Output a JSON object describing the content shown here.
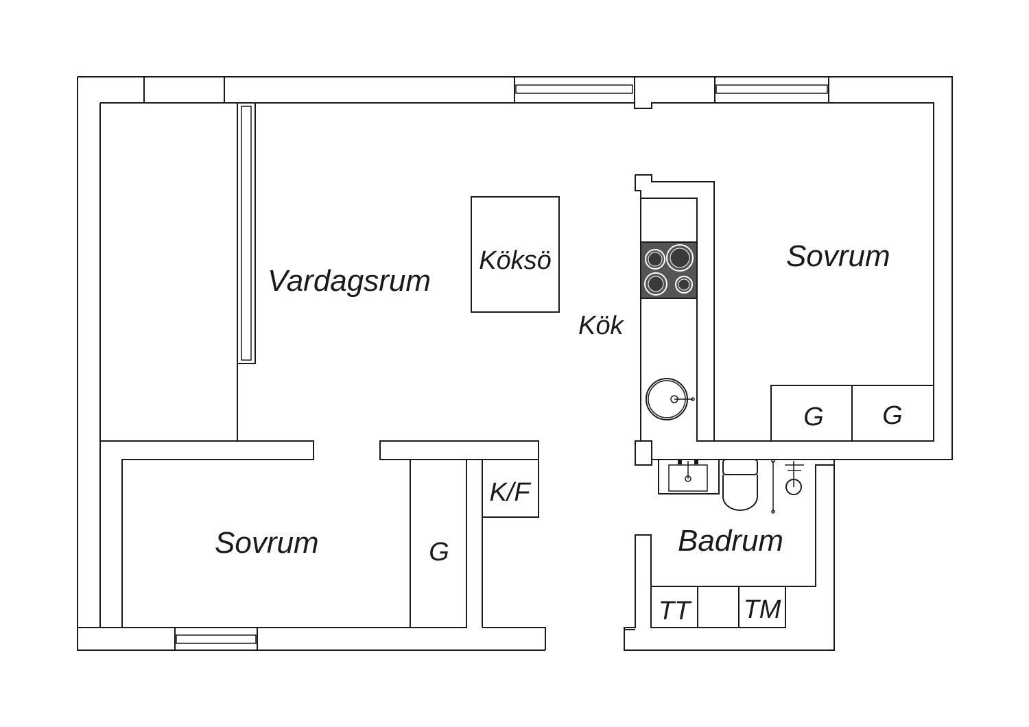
{
  "rooms": {
    "living": "Vardagsrum",
    "island": "Köksö",
    "kitchen": "Kök",
    "bedroom_right": "Sovrum",
    "bedroom_left": "Sovrum",
    "bathroom": "Badrum"
  },
  "fixtures": {
    "closet_right_1": "G",
    "closet_right_2": "G",
    "closet_left": "G",
    "fridge_freezer": "K/F",
    "dryer": "TT",
    "washer": "TM"
  },
  "colors": {
    "line": "#1a1a1a",
    "hob": "#555555",
    "background": "#ffffff"
  }
}
